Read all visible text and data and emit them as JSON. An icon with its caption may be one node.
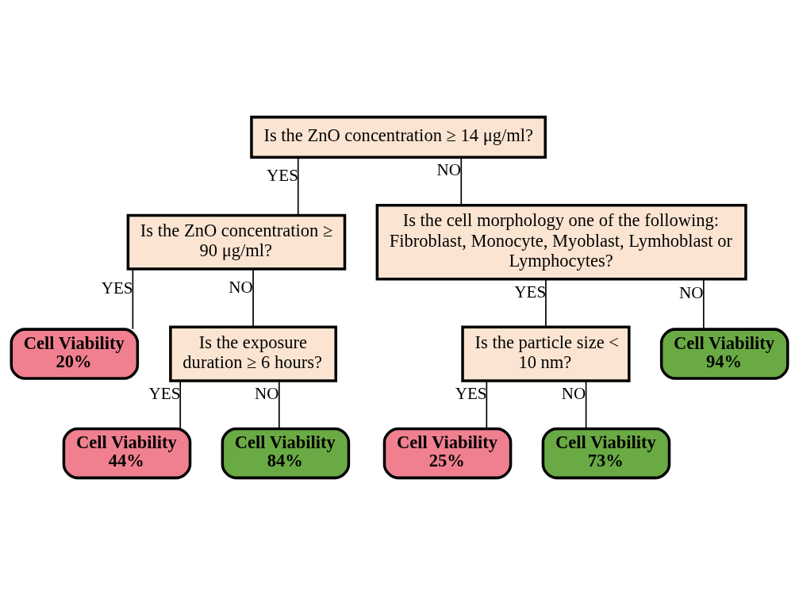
{
  "diagram": {
    "nodes": [
      {
        "text": [
          "Is the ZnO concentration ≥ 14 μg/ml?"
        ]
      },
      {
        "text": [
          "Is the ZnO concentration ≥ 90 μg/ml?"
        ]
      },
      {
        "text": [
          "Is the cell morphology one of the following: Fibroblast, Monocyte, Myoblast, Lymhoblast or Lymphocytes?"
        ]
      },
      {
        "text": [
          "Cell Viability",
          "20%"
        ]
      },
      {
        "text": [
          "Is the exposure duration ≥ 6 hours?"
        ]
      },
      {
        "text": [
          "Is the particle size < 10 nm?"
        ]
      },
      {
        "text": [
          "Cell Viability",
          "94%"
        ]
      },
      {
        "text": [
          "Cell Viability",
          "44%"
        ]
      },
      {
        "text": [
          "Cell Viability",
          "84%"
        ]
      },
      {
        "text": [
          "Cell Viability",
          "25%"
        ]
      },
      {
        "text": [
          "Cell Viability",
          "73%"
        ]
      }
    ],
    "edges": [
      {
        "from": 0,
        "to": 1,
        "arrow": "none",
        "label": "YES"
      },
      {
        "from": 0,
        "to": 2,
        "arrow": "none",
        "label": "NO"
      },
      {
        "from": 1,
        "to": 3,
        "arrow": "none",
        "label": "YES"
      },
      {
        "from": 1,
        "to": 4,
        "arrow": "none",
        "label": "NO"
      },
      {
        "from": 2,
        "to": 5,
        "arrow": "none",
        "label": "YES"
      },
      {
        "from": 2,
        "to": 6,
        "arrow": "none",
        "label": "NO"
      },
      {
        "from": 4,
        "to": 7,
        "arrow": "none",
        "label": "YES"
      },
      {
        "from": 4,
        "to": 8,
        "arrow": "none",
        "label": "NO"
      },
      {
        "from": 5,
        "to": 9,
        "arrow": "none",
        "label": "YES"
      },
      {
        "from": 5,
        "to": 10,
        "arrow": "none",
        "label": "NO"
      }
    ]
  }
}
